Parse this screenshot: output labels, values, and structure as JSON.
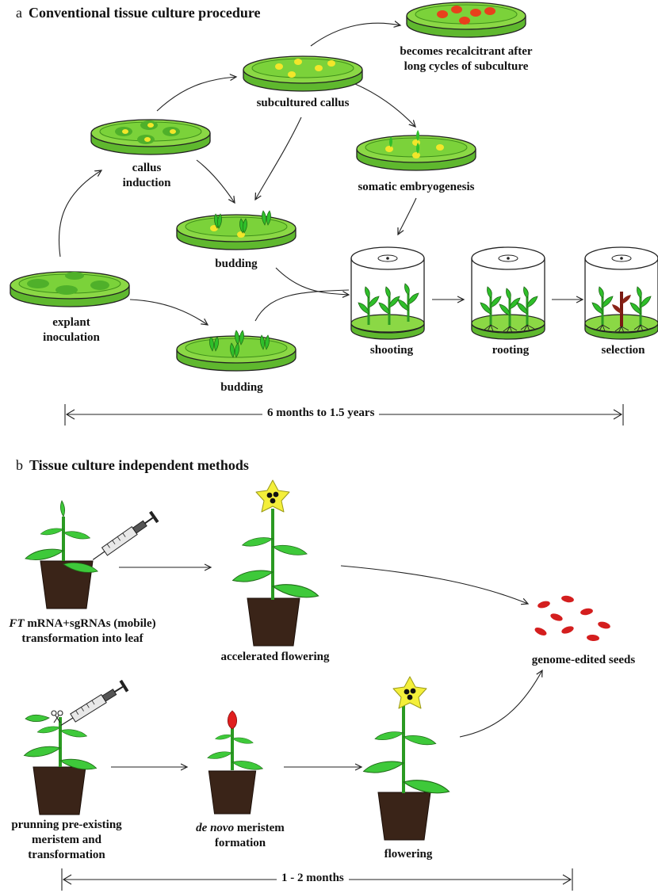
{
  "panel_a": {
    "letter": "a",
    "title": "Conventional tissue culture procedure",
    "labels": {
      "recalcitrant_1": "becomes recalcitrant after",
      "recalcitrant_2": "long cycles of subculture",
      "subcultured": "subcultured callus",
      "callus_1": "callus",
      "callus_2": "induction",
      "somatic": "somatic embryogenesis",
      "budding_upper": "budding",
      "explant_1": "explant",
      "explant_2": "inoculation",
      "budding_lower": "budding",
      "shooting": "shooting",
      "rooting": "rooting",
      "selection": "selection"
    },
    "duration": "6 months to 1.5 years"
  },
  "panel_b": {
    "letter": "b",
    "title": "Tissue culture independent methods",
    "labels": {
      "ft_italic": "FT",
      "ft_rest": " mRNA+sgRNAs (mobile)",
      "ft_2": "transformation into leaf",
      "accelerated": "accelerated flowering",
      "seeds": "genome-edited seeds",
      "prun_1": "prunning pre-existing",
      "prun_2": "meristem and",
      "prun_3": "transformation",
      "denovo_italic": "de novo",
      "denovo_rest": " meristem",
      "denovo_2": "formation",
      "flowering": "flowering"
    },
    "duration": "1 - 2 months"
  },
  "colors": {
    "agar": "#7bd23a",
    "agar_edge": "#3f8f1a",
    "callus": "#f2e62a",
    "red_callus": "#e8401c",
    "leaf": "#2fbf2a",
    "pot": "#3a2418",
    "flower": "#f4ef3a",
    "seed": "#d41e1e"
  }
}
